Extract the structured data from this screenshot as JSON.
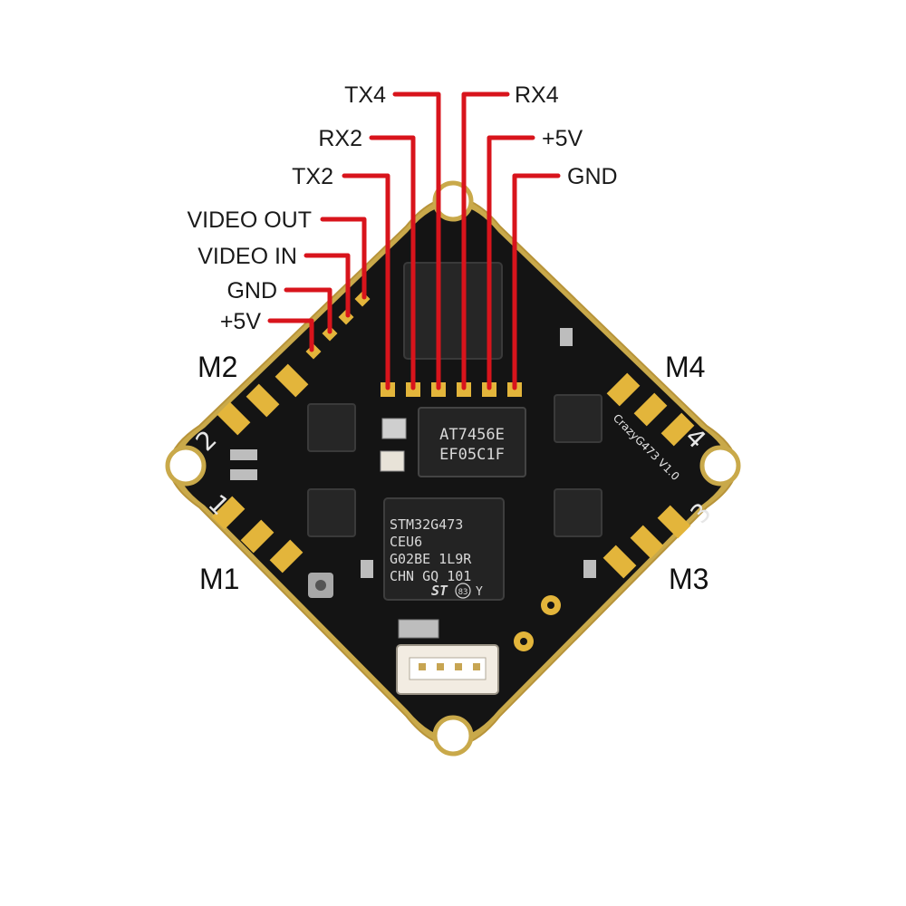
{
  "pin_labels": {
    "tx4": "TX4",
    "rx4": "RX4",
    "rx2": "RX2",
    "plus5v_right": "+5V",
    "tx2": "TX2",
    "gnd_right": "GND",
    "video_out": "VIDEO OUT",
    "video_in": "VIDEO IN",
    "gnd_left": "GND",
    "plus5v_left": "+5V"
  },
  "motor_labels": {
    "m1": "M1",
    "m2": "M2",
    "m3": "M3",
    "m4": "M4"
  },
  "chips": {
    "mcu_lines": [
      "STM32G473",
      "CEU6",
      "G02BE 1L9R",
      "CHN GQ 101"
    ],
    "mcu_logo": "ST",
    "mcu_code": "83",
    "mcu_suffix": "Y",
    "flash_lines": [
      "AT7456E",
      "EF05C1F"
    ]
  },
  "silkscreen": {
    "board_name": "CrazyG473 V1.0",
    "corner_1": "1",
    "corner_2": "2",
    "corner_3": "3",
    "corner_4": "4"
  },
  "colors": {
    "pcb": "#141414",
    "outline": "#c9a94a",
    "pad": "#e3b53b",
    "wire": "#d8141c",
    "connector": "#f2ece2"
  }
}
